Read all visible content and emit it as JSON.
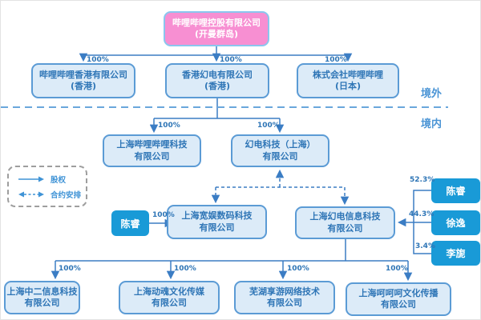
{
  "regions": {
    "overseas": "境外",
    "domestic": "境内"
  },
  "legend": {
    "equity_label": "股权",
    "contract_label": "合约安排"
  },
  "percent_labels": {
    "full": "100%",
    "chen_rui_share": "52.3%",
    "xu_yi_share": "44.3%",
    "li_ni_share": "3.4%"
  },
  "companies": {
    "holding": {
      "name": "哔哩哔哩控股有限公司",
      "location": "(开曼群岛)"
    },
    "bilibili_hk": {
      "name": "哔哩哔哩香港有限公司",
      "location": "(香港)"
    },
    "huandian_hk": {
      "name": "香港幻电有限公司",
      "location": "(香港)"
    },
    "bilibili_jp": {
      "name": "株式会社哔哩哔哩",
      "location": "(日本)"
    },
    "sh_bilibili_tech": {
      "name": "上海哔哩哔哩科技",
      "suffix": "有限公司"
    },
    "huandian_tech_sh": {
      "name": "幻电科技（上海）",
      "suffix": "有限公司"
    },
    "sh_kuanyu": {
      "name": "上海宽娱数码科技",
      "suffix": "有限公司"
    },
    "sh_huandian_info": {
      "name": "上海幻电信息科技",
      "suffix": "有限公司"
    },
    "sh_zhonger": {
      "name": "上海中二信息科技",
      "suffix": "有限公司"
    },
    "sh_donghun": {
      "name": "上海动魂文化传媒",
      "suffix": "有限公司"
    },
    "wuhu_xiangyou": {
      "name": "芜湖享游网络技术",
      "suffix": "有限公司"
    },
    "sh_hehehe": {
      "name": "上海呵呵呵文化传播",
      "suffix": "有限公司"
    }
  },
  "people": {
    "founder_left": "陈睿",
    "chen_rui": "陈睿",
    "xu_yi": "徐逸",
    "li_ni": "李旎"
  },
  "colors": {
    "pink_fill": "#f78fd2",
    "node_fill": "#dcebf8",
    "node_border": "#5b9bd5",
    "node_text": "#2e75b6",
    "person_fill": "#199ad7",
    "line": "#3b7dc4"
  }
}
